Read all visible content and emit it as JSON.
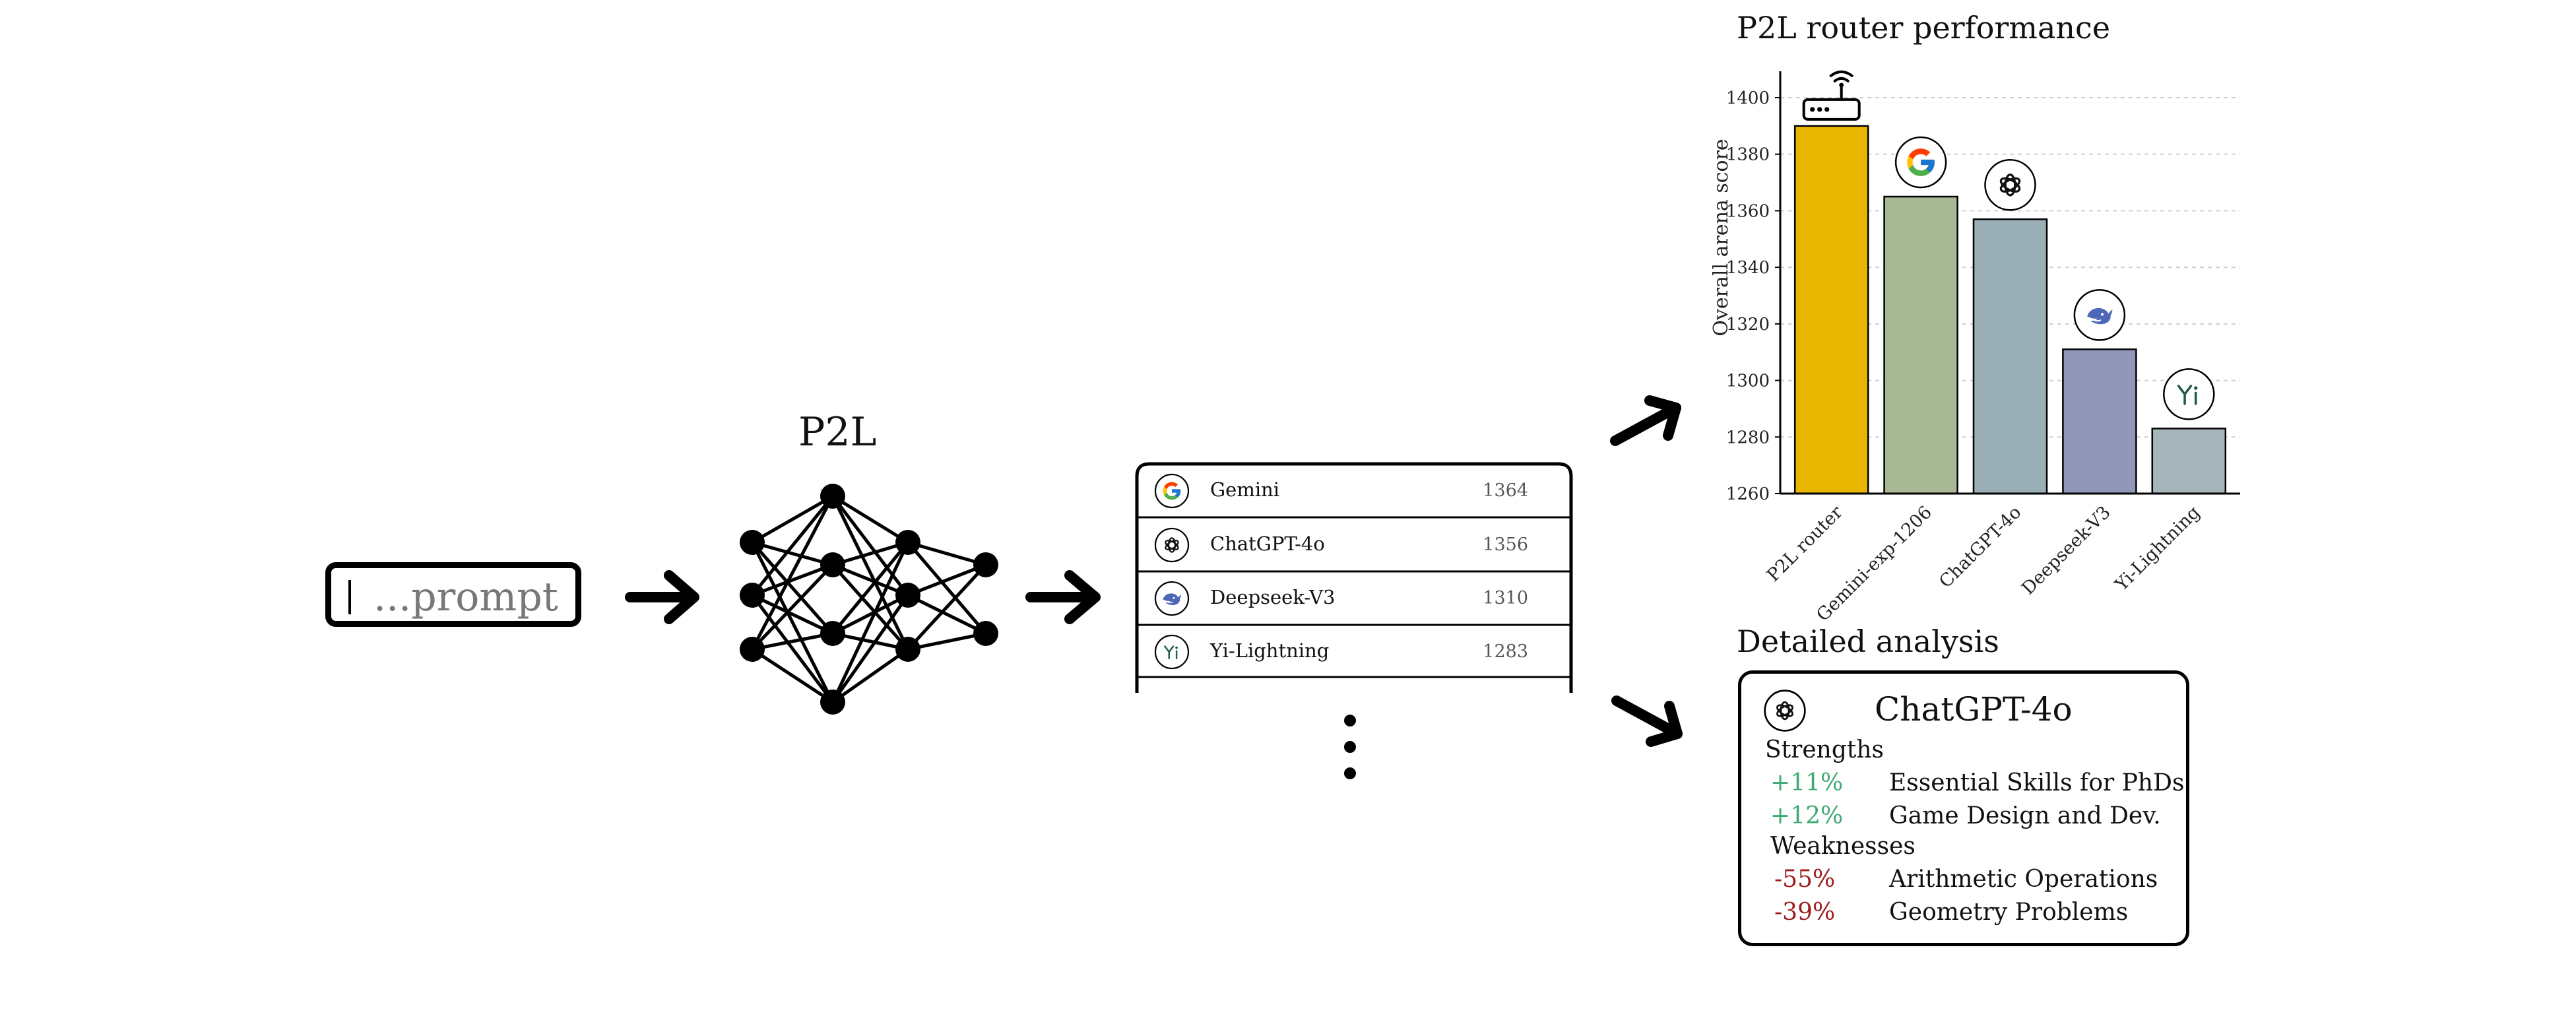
{
  "prompt": {
    "text": "...prompt"
  },
  "p2l_label": "P2L",
  "model_list": [
    {
      "name": "Gemini",
      "score": "1364",
      "icon": "google-icon"
    },
    {
      "name": "ChatGPT-4o",
      "score": "1356",
      "icon": "openai-icon"
    },
    {
      "name": "Deepseek-V3",
      "score": "1310",
      "icon": "deepseek-icon"
    },
    {
      "name": "Yi-Lightning",
      "score": "1283",
      "icon": "yi-icon"
    }
  ],
  "chart_data": {
    "type": "bar",
    "title": "P2L router performance",
    "xlabel": "",
    "ylabel": "Overall arena score",
    "categories": [
      "P2L router",
      "Gemini-exp-1206",
      "ChatGPT-4o",
      "Deepseek-V3",
      "Yi-Lightning"
    ],
    "values": [
      1390,
      1365,
      1357,
      1311,
      1283
    ],
    "colors": [
      "#E8B500",
      "#A9B894",
      "#9AAFB6",
      "#9097B9",
      "#A5B5B9"
    ],
    "icons": [
      "router-icon",
      "google-icon",
      "openai-icon",
      "deepseek-icon",
      "yi-icon"
    ],
    "ylim": [
      1260,
      1407
    ],
    "yticks": [
      1260,
      1280,
      1300,
      1320,
      1340,
      1360,
      1380,
      1400
    ],
    "grid": true
  },
  "analysis": {
    "title": "Detailed analysis",
    "model": "ChatGPT-4o",
    "strengths_label": "Strengths",
    "strengths": [
      {
        "pct": "+11%",
        "category": "Essential Skills for PhDs"
      },
      {
        "pct": "+12%",
        "category": "Game Design and Dev."
      }
    ],
    "weaknesses_label": "Weaknesses",
    "weaknesses": [
      {
        "pct": "-55%",
        "category": "Arithmetic Operations"
      },
      {
        "pct": "-39%",
        "category": "Geometry Problems"
      }
    ]
  },
  "colors": {
    "positive": "#3DAA72",
    "negative": "#9E1B1B",
    "deepseek": "#4E68B8"
  }
}
